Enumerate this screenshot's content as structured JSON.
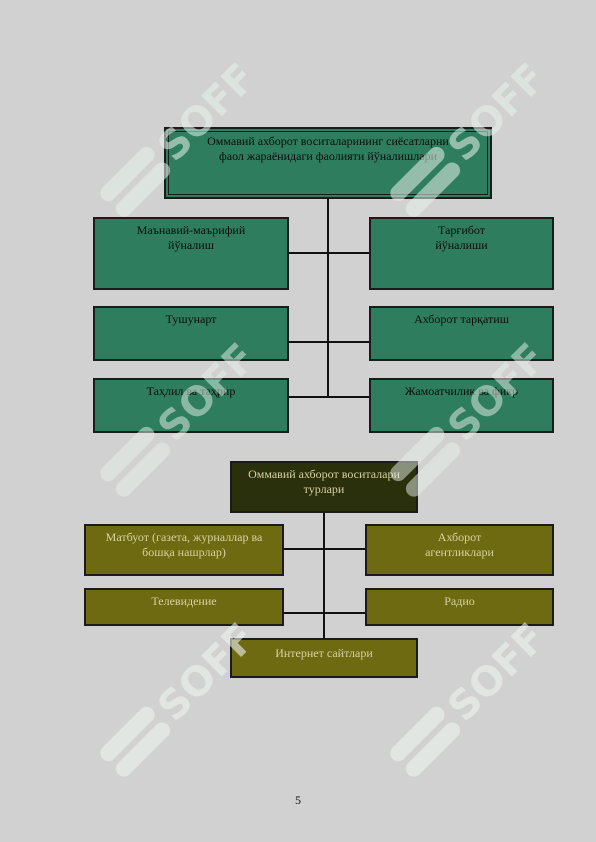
{
  "chart1": {
    "title": "Оммавий ахборот воситаларининг сиёсатларни\nфаол жараёнидаги фаолияти йўналишлари",
    "left": [
      "Маънавий-маърифий\nйўналиш",
      "Тушунарт",
      "Таҳлил ва таҳрир"
    ],
    "right": [
      "Тарғибот\nйўналиши",
      "Ахборот тарқатиш",
      "Жамоатчилик ва фикр"
    ]
  },
  "chart2": {
    "title": "Оммавий ахборот воситалари\nтурлари",
    "left": [
      "Матбуот (газета, журналлар ва\nбошқа нашрлар)",
      "Телевидение"
    ],
    "right": [
      "Ахборот\nагентликлари",
      "Радио"
    ],
    "bottom": "Интернет сайтлари"
  },
  "watermark": {
    "text": "SOFF",
    "color": "#e6f0ea"
  },
  "colors": {
    "green": "#2e7d5e",
    "dark": "#2a2f0c",
    "olive": "#6d6a12",
    "page": "#d1d1d1"
  },
  "page_number": "5"
}
